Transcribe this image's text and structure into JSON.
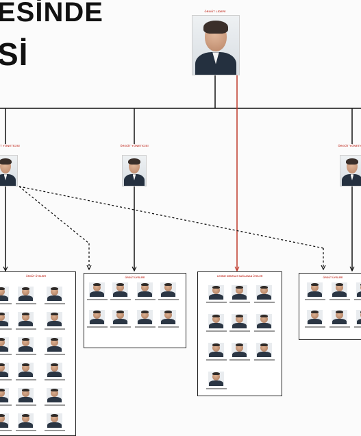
{
  "header": {
    "title_line_1": "ESİNDE",
    "title_line_2": "Sİ"
  },
  "colors": {
    "chain_line": "#111111",
    "highlight_line": "#c0392b",
    "label_text": "#c8443a",
    "box_border": "#222222"
  },
  "chart_data": {
    "type": "org-chart",
    "title": "",
    "top_node": {
      "label": "ÖRGÜT LİDERİ"
    },
    "second_level": [
      {
        "label": "ÖRGÜT YÖNETİCİSİ"
      },
      {
        "label": "ÖRGÜT YÖNETİCİSİ"
      },
      {
        "label": "ÖRGÜT YÖNETİCİSİ"
      }
    ],
    "groups": [
      {
        "label": "ÖRGÜT ÜYELERİ",
        "members": 19
      },
      {
        "label": "ÖRGÜT ÜYELERİ",
        "members": 8
      },
      {
        "label": "LEHİNE MENFAAT SAĞLANAN ÜYELER",
        "members": 10
      },
      {
        "label": "ÖRGÜT ÜYELERİ",
        "members": 6
      }
    ]
  }
}
